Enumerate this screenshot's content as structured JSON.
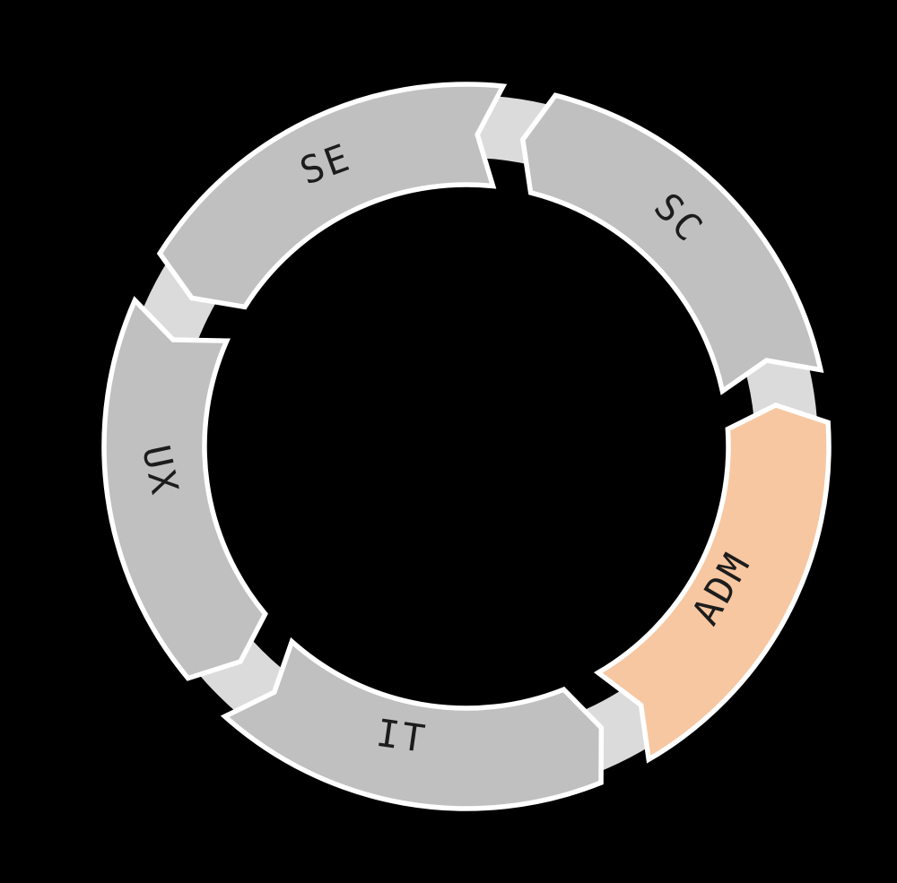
{
  "diagram": {
    "type": "cycle-arrow-ring",
    "background_color": "#000000",
    "ring_color": "#dcdbdb",
    "outline_color": "#ffffff",
    "label_color": "#1c1c1c",
    "default_segment_color": "#c1c0c0",
    "highlight_color": "#f7c7a1",
    "flow_direction": "counterclockwise",
    "segments": [
      {
        "id": "se",
        "label": "SE",
        "color": "#c1c0c0",
        "highlighted": false
      },
      {
        "id": "sc",
        "label": "SC",
        "color": "#c1c0c0",
        "highlighted": false
      },
      {
        "id": "adm",
        "label": "ADM",
        "color": "#f7c7a1",
        "highlighted": true
      },
      {
        "id": "it",
        "label": "IT",
        "color": "#c1c0c0",
        "highlighted": false
      },
      {
        "id": "ux",
        "label": "UX",
        "color": "#c1c0c0",
        "highlighted": false
      }
    ]
  }
}
